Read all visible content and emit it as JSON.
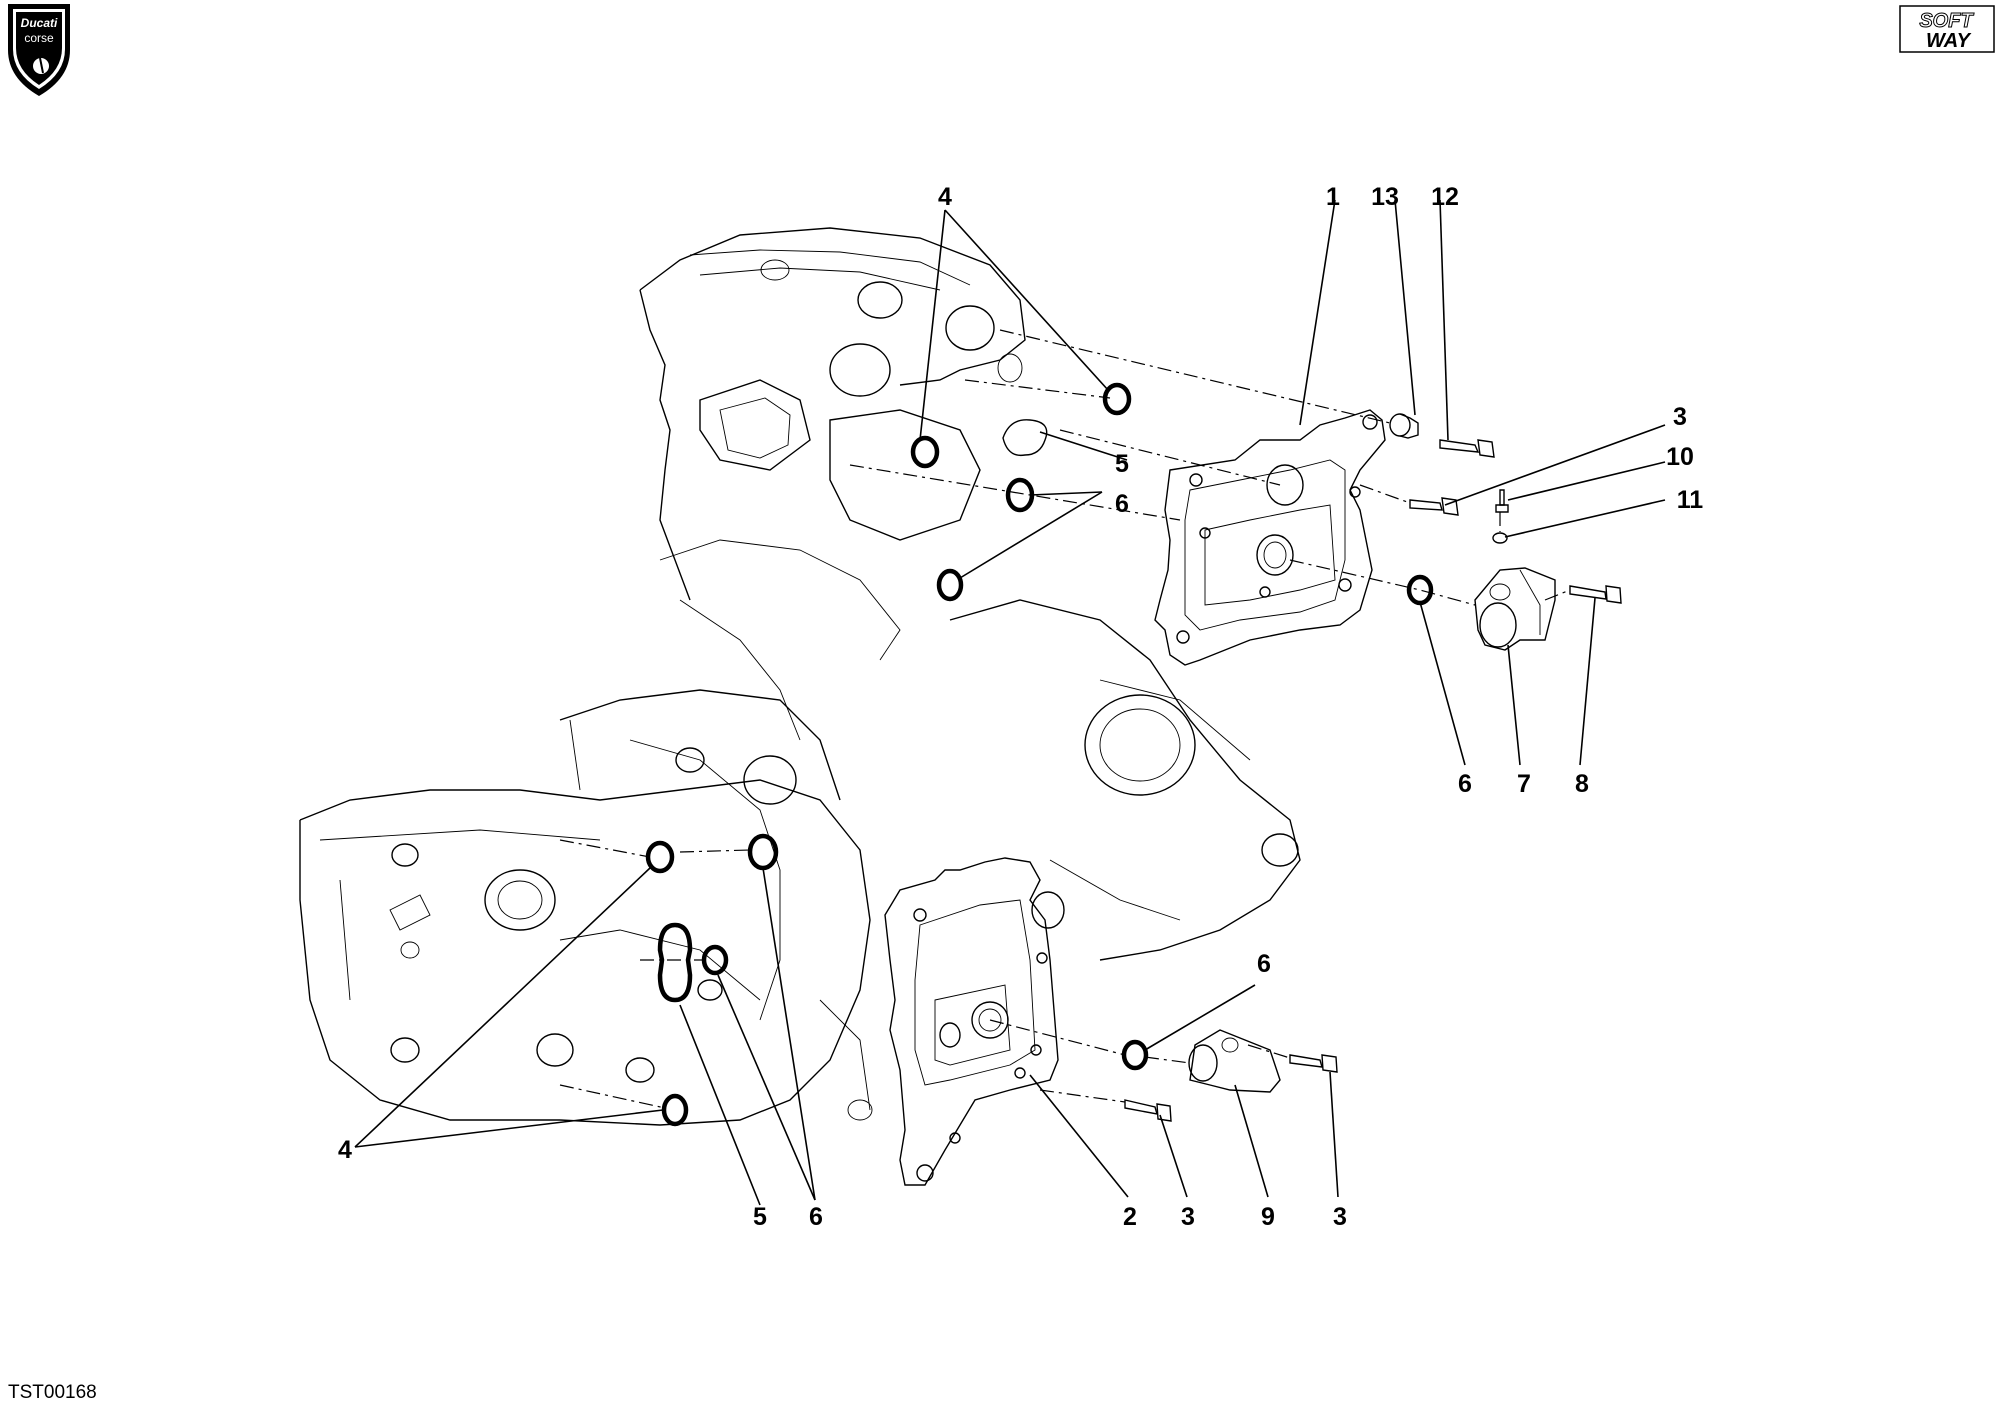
{
  "diagram_code": "TST00168",
  "logos": {
    "ducati_brand": "Ducati",
    "ducati_sub": "corse",
    "softway_top": "SOFT",
    "softway_bottom": "WAY"
  },
  "callouts": {
    "upper": {
      "c4": "4",
      "c1": "1",
      "c13": "13",
      "c12": "12",
      "c3": "3",
      "c10": "10",
      "c11": "11",
      "c5": "5",
      "c6a": "6",
      "c6b": "6",
      "c7": "7",
      "c8": "8"
    },
    "lower": {
      "c6": "6",
      "c4": "4",
      "c5": "5",
      "c6b": "6",
      "c2": "2",
      "c3a": "3",
      "c9": "9",
      "c3b": "3"
    }
  }
}
